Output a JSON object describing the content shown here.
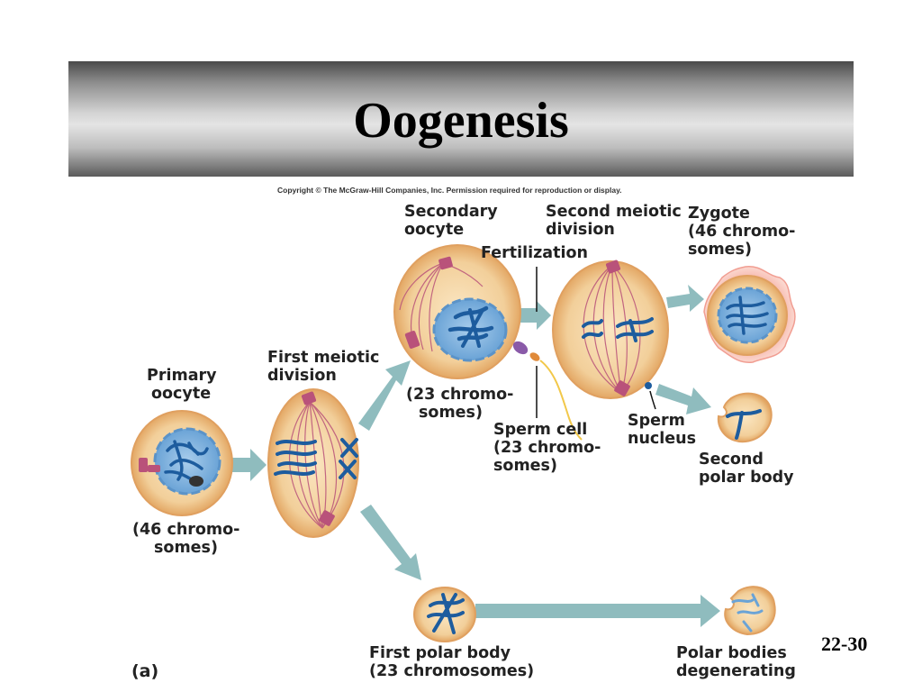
{
  "slide": {
    "title": "Oogenesis",
    "copyright": "Copyright © The McGraw-Hill Companies, Inc. Permission required for reproduction or display.",
    "slide_number": "22-30",
    "panel_label": "(a)"
  },
  "labels": {
    "primary_oocyte": [
      "Primary",
      "oocyte"
    ],
    "primary_chromosomes": [
      "(46 chromo-",
      "somes)"
    ],
    "first_meiotic_division": [
      "First meiotic",
      "division"
    ],
    "secondary_oocyte": [
      "Secondary",
      "oocyte"
    ],
    "secondary_chromosomes": [
      "(23 chromo-",
      "somes)"
    ],
    "fertilization": "Fertilization",
    "second_meiotic_division": [
      "Second meiotic",
      "division"
    ],
    "sperm_cell": [
      "Sperm cell",
      "(23 chromo-",
      "somes)"
    ],
    "sperm_nucleus": [
      "Sperm",
      "nucleus"
    ],
    "zygote": [
      "Zygote",
      "(46 chromo-",
      "somes)"
    ],
    "second_polar_body": [
      "Second",
      "polar body"
    ],
    "first_polar_body": [
      "First polar body",
      "(23 chromosomes)"
    ],
    "polar_bodies_degenerating": [
      "Polar bodies",
      "degenerating"
    ]
  },
  "colors": {
    "cell_fill": "#f2cf9a",
    "cell_edge": "#e6a968",
    "spindle": "#b9527a",
    "chromosome": "#1d5c9e",
    "nucleus": "#7fb3df",
    "arrow": "#8fbcbe",
    "zygote_halo": "#f6b1a6"
  }
}
